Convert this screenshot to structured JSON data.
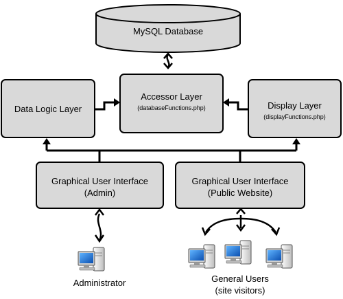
{
  "database": {
    "label": "MySQL Database"
  },
  "accessor": {
    "title": "Accessor Layer",
    "file": "(databaseFunctions.php)"
  },
  "data_logic": {
    "title": "Data Logic Layer"
  },
  "display": {
    "title": "Display Layer",
    "file": "(displayFunctions.php)"
  },
  "gui_admin": {
    "line1": "Graphical User Interface",
    "line2": "(Admin)"
  },
  "gui_public": {
    "line1": "Graphical User Interface",
    "line2": "(Public Website)"
  },
  "administrator": {
    "label": "Administrator"
  },
  "general_users": {
    "line1": "General Users",
    "line2": "(site visitors)"
  },
  "colors": {
    "box_fill": "#d9d9d9",
    "stroke": "#000000",
    "monitor_blue": "#1a6fd1",
    "tower_grey": "#e8e8e8"
  }
}
